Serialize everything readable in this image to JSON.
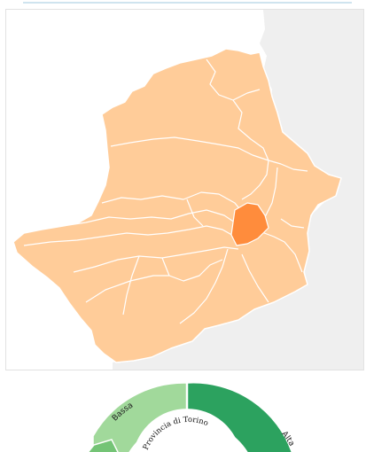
{
  "map": {
    "region_fill": "#ffcc99",
    "highlight_fill": "#ff8c3c",
    "border_color": "#ffffff",
    "outside_fill": "#efefef"
  },
  "sunburst": {
    "center_label": "Provincia di Torino",
    "segments": [
      {
        "label": "Bassa",
        "color": "#a1d99b"
      },
      {
        "label": "Alta",
        "color": "#2ca25f"
      }
    ],
    "inner_colors": [
      "#74c476",
      "#31a354"
    ]
  }
}
